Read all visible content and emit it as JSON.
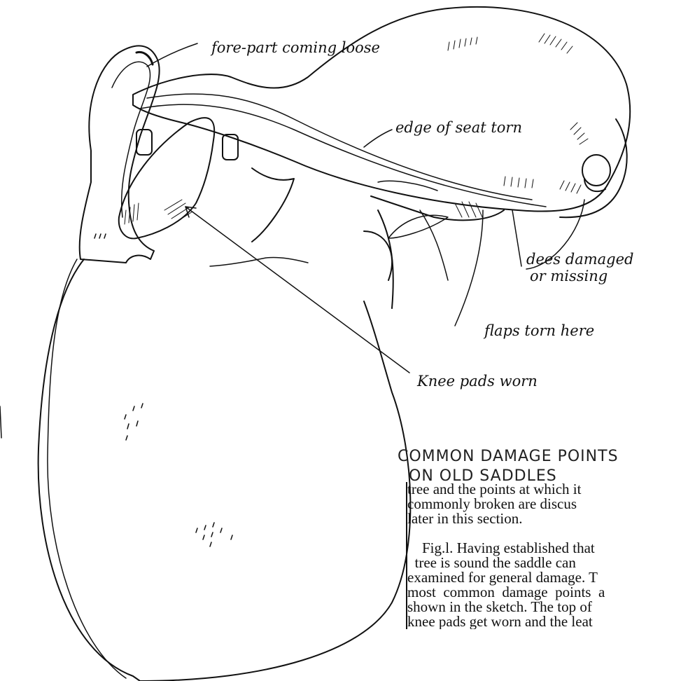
{
  "sketch": {
    "title_lines": [
      "COMMON DAMAGE POINTS",
      "ON OLD SADDLES"
    ],
    "labels": {
      "fore_part": "fore-part coming loose",
      "seat_edge": "edge of seat torn",
      "dees_line1": "dees damaged",
      "dees_line2": "or missing",
      "flaps": "flaps torn here",
      "knee_pads": "Knee pads worn"
    }
  },
  "text": {
    "lines": [
      "tree and the points at which it",
      "commonly  broken  are  discus",
      "later in this section.",
      "",
      "    Fig.l. Having established that",
      "  tree is sound the saddle can",
      "examined for general damage. T",
      "most  common  damage  points  a",
      "shown in the sketch. The top of",
      "knee pads get worn and the leat"
    ]
  }
}
